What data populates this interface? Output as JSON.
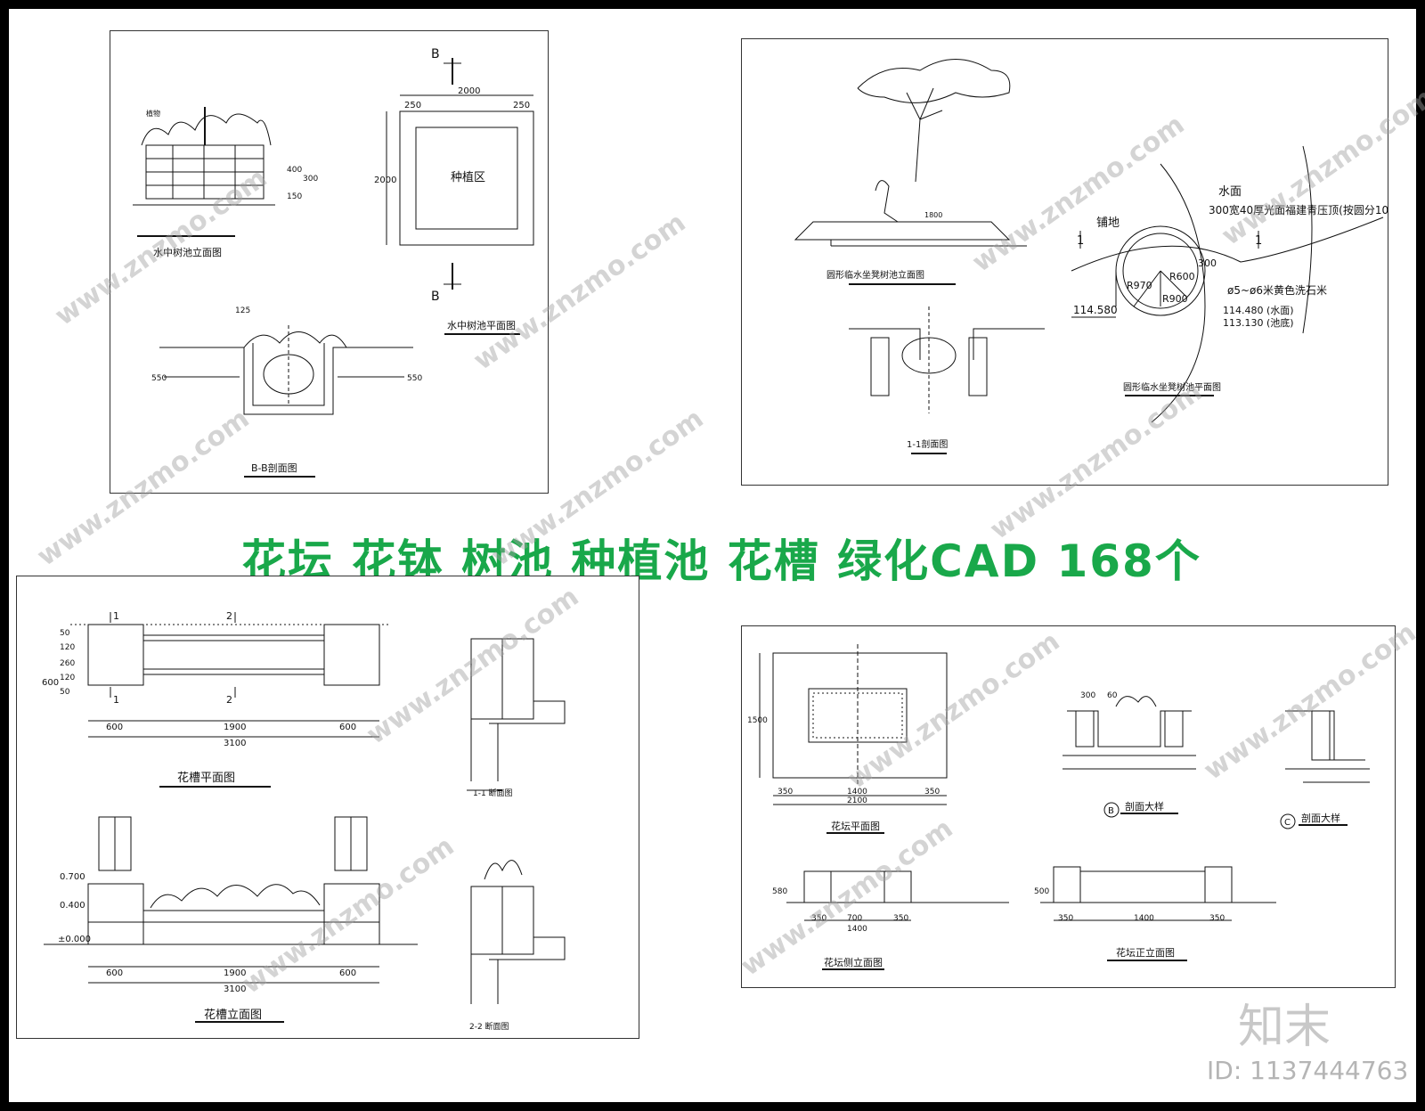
{
  "headline": "花坛 花钵 树池 种植池 花槽 绿化CAD 168个",
  "brand": "知末",
  "image_id_label": "ID: 1137444763",
  "watermark": "www.znzmo.com",
  "sheet_tl": {
    "title_elev": "水中树池立面图",
    "title_plan": "水中树池平面图",
    "title_section": "B-B剖面图",
    "plant_zone": "种植区",
    "section_mark": "B",
    "dim_2000": "2000",
    "dim_250": "250",
    "dim_400": "400",
    "dim_300": "300",
    "dim_150": "150",
    "dim_125": "125",
    "dim_550": "550",
    "plant_label": "植物"
  },
  "sheet_tr": {
    "title_elev": "圆形临水坐凳树池立面图",
    "title_plan": "圆形临水坐凳树池平面图",
    "title_section": "1-1剖面图",
    "water_label": "水面",
    "cap_note": "300宽40厚光面福建青压顶(按圆分10份)",
    "paving_label": "铺地",
    "pebble_note": "ø5~ø6米黄色洗石米",
    "elev_114_580": "114.580",
    "elev_water": "114.480 (水面)",
    "elev_bottom": "113.130 (池底)",
    "r970": "R970",
    "r600": "R600",
    "r900": "R900",
    "dim_300": "300",
    "cut_mark": "1",
    "dim_1800": "1800"
  },
  "sheet_bl": {
    "title_plan": "花槽平面图",
    "title_elev": "花槽立面图",
    "title_s1": "1-1 断面图",
    "title_s2": "2-2 断面图",
    "dim_600": "600",
    "dim_1900": "1900",
    "dim_3100": "3100",
    "dim_50": "50",
    "dim_120": "120",
    "dim_260": "260",
    "lvl_700": "0.700",
    "lvl_400": "0.400",
    "lvl_000": "±0.000",
    "cut_1": "1",
    "cut_2": "2"
  },
  "sheet_br": {
    "title_plan": "花坛平面图",
    "title_side": "花坛侧立面图",
    "title_front": "花坛正立面图",
    "detail_b": "剖面大样",
    "detail_c": "剖面大样",
    "mark_b": "B",
    "mark_c": "C",
    "dim_1400": "1400",
    "dim_2100": "2100",
    "dim_350": "350",
    "dim_1500": "1500",
    "dim_700": "700",
    "dim_300": "300",
    "dim_60": "60",
    "dim_580": "580",
    "dim_500": "500"
  }
}
